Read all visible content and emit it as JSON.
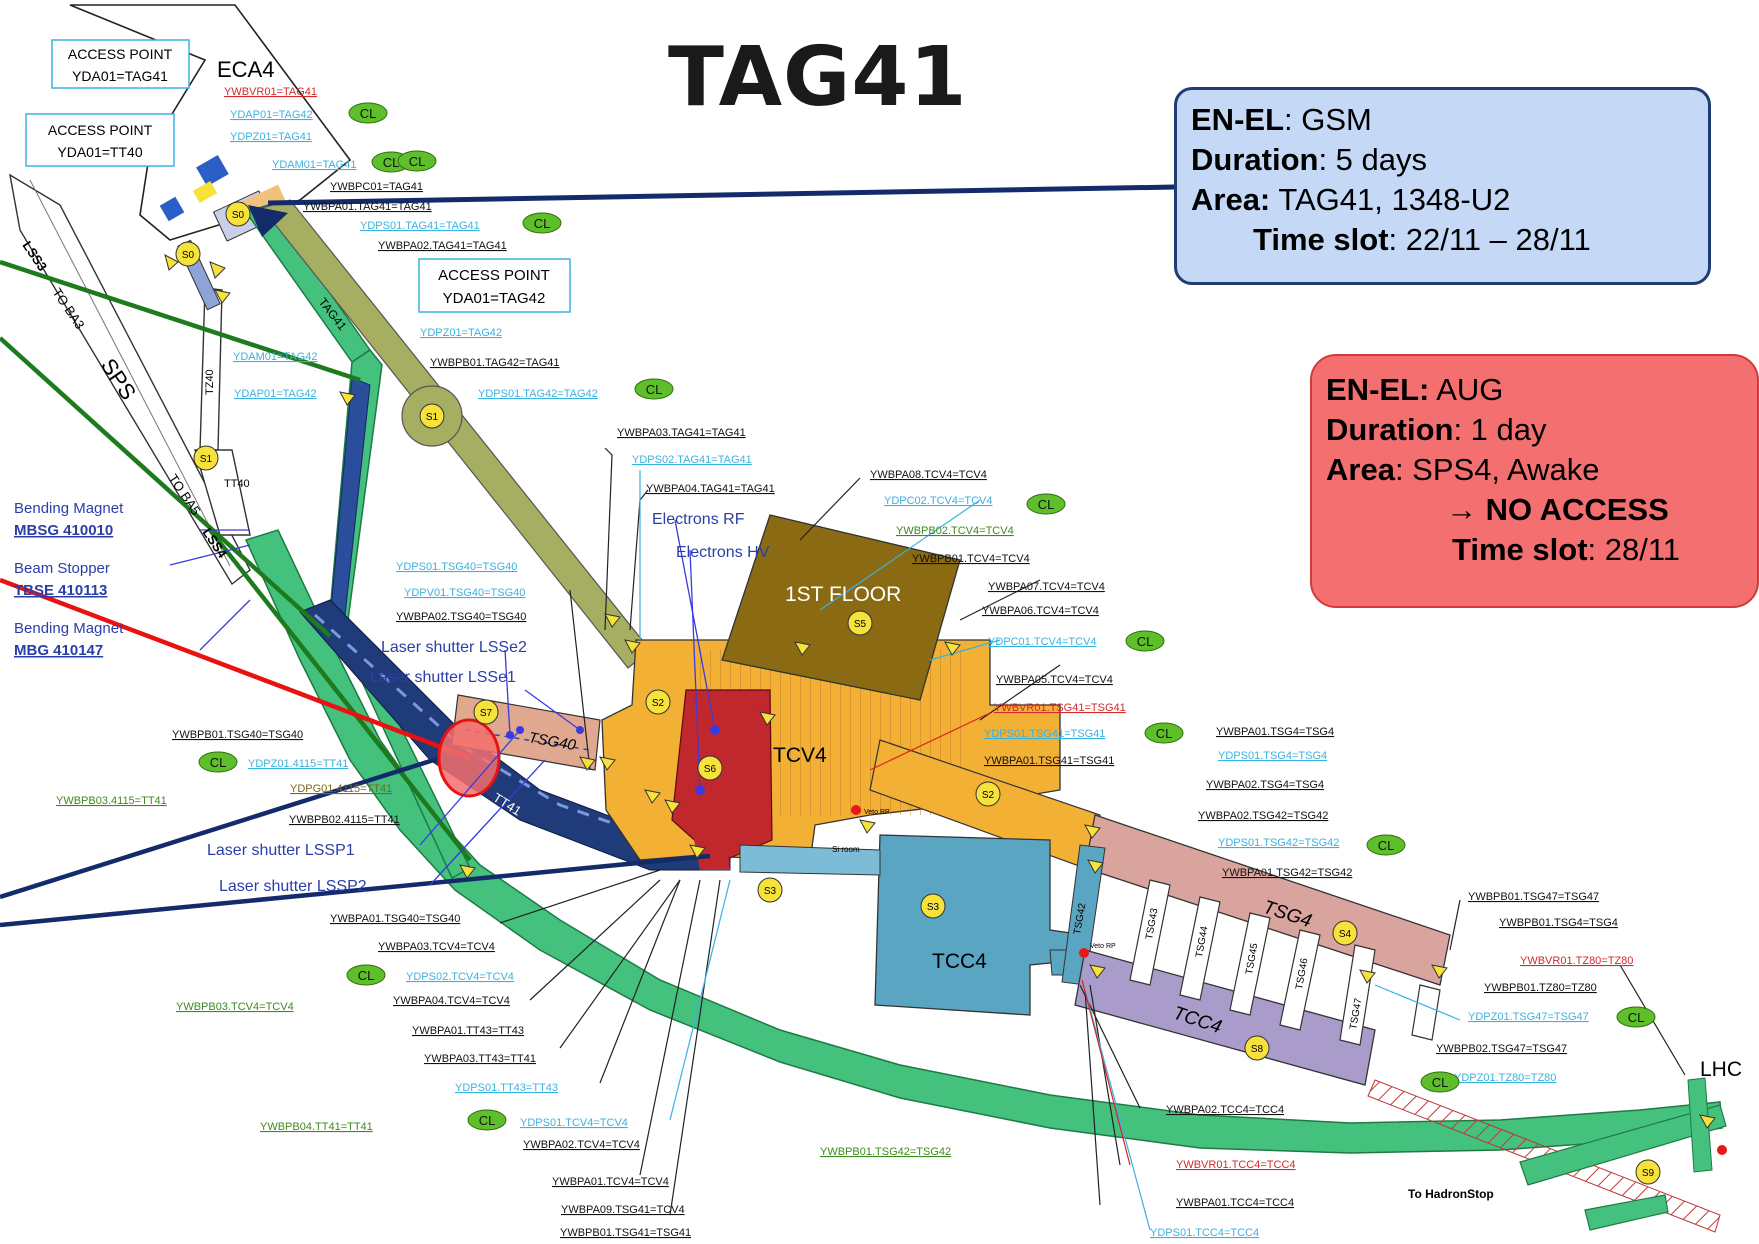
{
  "title": "TAG41",
  "info_boxes": {
    "gsm": {
      "line1_key": "EN-EL",
      "line1_val": ": GSM",
      "line2_key": "Duration",
      "line2_val": ": 5 days",
      "line3_key": "Area:",
      "line3_val": " TAG41, 1348-U2",
      "line4_key": "Time slot",
      "line4_val": ": 22/11 – 28/11"
    },
    "aug": {
      "line1_key": "EN-EL:",
      "line1_val": " AUG",
      "line2_key": "Duration",
      "line2_val": ": 1 day",
      "line3_key": "Area",
      "line3_val": ": SPS4, Awake",
      "line4": "→ NO ACCESS",
      "line5_key": "Time slot",
      "line5_val": ": 28/11"
    }
  },
  "access_points": [
    {
      "line1": "ACCESS POINT",
      "line2": "YDA01=TAG41"
    },
    {
      "line1": "ACCESS POINT",
      "line2": "YDA01=TT40"
    },
    {
      "line1": "ACCESS POINT",
      "line2": "YDA01=TAG42"
    }
  ],
  "area_labels": {
    "eca4": "ECA4",
    "first_floor": "1ST FLOOR",
    "tcv4": "TCV4",
    "tcc4": "TCC4",
    "tcc4_lower": "TCC4",
    "tsg4": "TSG4",
    "tsg40": "TSG40",
    "tag41_tunnel": "TAG41",
    "tt41": "TT41",
    "tt40": "TT40",
    "tz40": "TZ40",
    "sps": "SPS",
    "lss3": "LSS3",
    "to_ba3": "TO BA3",
    "to_ba5": "TO BA5",
    "lss4": "LSS4",
    "lhc": "LHC",
    "to_hadronstop": "To HadronStop",
    "tsg43": "TSG43",
    "tsg44": "TSG44",
    "tsg45": "TSG45",
    "tsg46": "TSG46",
    "tsg47": "TSG47",
    "tsg42": "TSG42",
    "si_room": "Si room",
    "veto_rp": "Veto RP"
  },
  "legend_left": {
    "bending_magnet_1": "Bending Magnet",
    "mbsg": "MBSG 410010",
    "beam_stopper": "Beam Stopper",
    "tbse": "TBSE 410113",
    "bending_magnet_2": "Bending Magnet",
    "mbg": "MBG 410147"
  },
  "blue_labels": {
    "electrons_rf": "Electrons RF",
    "electrons_hv": "Electrons HV",
    "lsse2": "Laser shutter LSSe2",
    "lsse1": "Laser shutter LSSe1",
    "lssp1": "Laser shutter LSSP1",
    "lssp2": "Laser shutter LSSP2"
  },
  "cl": "CL",
  "sectors": [
    "S0",
    "S0",
    "S1",
    "S1",
    "S2",
    "S2",
    "S3",
    "S3",
    "S4",
    "S5",
    "S6",
    "S7",
    "S8",
    "S9"
  ],
  "device_labels": [
    {
      "t": "YWBVR01=TAG41",
      "c": "red"
    },
    {
      "t": "YDAP01=TAG42",
      "c": "cyan"
    },
    {
      "t": "YDPZ01=TAG41",
      "c": "cyan"
    },
    {
      "t": "YDAM01=TAG41",
      "c": "cyan"
    },
    {
      "t": "YWBPC01=TAG41",
      "c": "black"
    },
    {
      "t": "YWBPA01.TAG41=TAG41",
      "c": "black"
    },
    {
      "t": "YDPS01.TAG41=TAG41",
      "c": "cyan"
    },
    {
      "t": "YWBPA02.TAG41=TAG41",
      "c": "black"
    },
    {
      "t": "YDPZ01=TAG42",
      "c": "cyan"
    },
    {
      "t": "YDAM01=TAG42",
      "c": "cyan"
    },
    {
      "t": "YWBPB01.TAG42=TAG41",
      "c": "black"
    },
    {
      "t": "YDAP01=TAG42",
      "c": "cyan"
    },
    {
      "t": "YDPS01.TAG42=TAG42",
      "c": "cyan"
    },
    {
      "t": "YWBPA03.TAG41=TAG41",
      "c": "black"
    },
    {
      "t": "YDPS02.TAG41=TAG41",
      "c": "cyan"
    },
    {
      "t": "YWBPA04.TAG41=TAG41",
      "c": "black"
    },
    {
      "t": "YWBPA08.TCV4=TCV4",
      "c": "black"
    },
    {
      "t": "YDPC02.TCV4=TCV4",
      "c": "cyan"
    },
    {
      "t": "YWBPB02.TCV4=TCV4",
      "c": "green"
    },
    {
      "t": "YWBPB01.TCV4=TCV4",
      "c": "black"
    },
    {
      "t": "YWBPA07.TCV4=TCV4",
      "c": "black"
    },
    {
      "t": "YWBPA06.TCV4=TCV4",
      "c": "black"
    },
    {
      "t": "YDPC01.TCV4=TCV4",
      "c": "cyan"
    },
    {
      "t": "YWBPA05.TCV4=TCV4",
      "c": "black"
    },
    {
      "t": "YWBVR01.TSG41=TSG41",
      "c": "red"
    },
    {
      "t": "YDPS01.TSG41=TSG41",
      "c": "cyan"
    },
    {
      "t": "YWBPA01.TSG41=TSG41",
      "c": "black"
    },
    {
      "t": "YDPS01.TSG40=TSG40",
      "c": "cyan"
    },
    {
      "t": "YDPV01.TSG40=TSG40",
      "c": "cyan"
    },
    {
      "t": "YWBPA02.TSG40=TSG40",
      "c": "black"
    },
    {
      "t": "YWBPB01.TSG40=TSG40",
      "c": "black"
    },
    {
      "t": "YDPZ01.4115=TT41",
      "c": "cyan"
    },
    {
      "t": "YDPG01.4115=TT41",
      "c": "olive"
    },
    {
      "t": "YWBPB03.4115=TT41",
      "c": "green"
    },
    {
      "t": "YWBPB02.4115=TT41",
      "c": "black"
    },
    {
      "t": "YWBPA01.TSG4=TSG4",
      "c": "black"
    },
    {
      "t": "YDPS01.TSG4=TSG4",
      "c": "cyan"
    },
    {
      "t": "YWBPA02.TSG4=TSG4",
      "c": "black"
    },
    {
      "t": "YWBPA02.TSG42=TSG42",
      "c": "black"
    },
    {
      "t": "YDPS01.TSG42=TSG42",
      "c": "cyan"
    },
    {
      "t": "YWBPA01.TSG42=TSG42",
      "c": "black"
    },
    {
      "t": "YWBPB01.TSG47=TSG47",
      "c": "black"
    },
    {
      "t": "YWBPB01.TSG4=TSG4",
      "c": "black"
    },
    {
      "t": "YWBVR01.TZ80=TZ80",
      "c": "red"
    },
    {
      "t": "YWBPB01.TZ80=TZ80",
      "c": "black"
    },
    {
      "t": "YDPZ01.TSG47=TSG47",
      "c": "cyan"
    },
    {
      "t": "YWBPB02.TSG47=TSG47",
      "c": "black"
    },
    {
      "t": "YDPZ01.TZ80=TZ80",
      "c": "cyan"
    },
    {
      "t": "YWBPA01.TSG40=TSG40",
      "c": "black"
    },
    {
      "t": "YWBPA03.TCV4=TCV4",
      "c": "black"
    },
    {
      "t": "YDPS02.TCV4=TCV4",
      "c": "cyan"
    },
    {
      "t": "YWBPA04.TCV4=TCV4",
      "c": "black"
    },
    {
      "t": "YWBPB03.TCV4=TCV4",
      "c": "green"
    },
    {
      "t": "YWBPA01.TT43=TT43",
      "c": "black"
    },
    {
      "t": "YWBPA03.TT43=TT41",
      "c": "black"
    },
    {
      "t": "YDPS01.TT43=TT43",
      "c": "cyan"
    },
    {
      "t": "YWBPB04.TT41=TT41",
      "c": "green"
    },
    {
      "t": "YDPS01.TCV4=TCV4",
      "c": "cyan"
    },
    {
      "t": "YWBPA02.TCV4=TCV4",
      "c": "black"
    },
    {
      "t": "YWBPA01.TCV4=TCV4",
      "c": "black"
    },
    {
      "t": "YWBPA09.TSG41=TCV4",
      "c": "black"
    },
    {
      "t": "YWBPB01.TSG41=TSG41",
      "c": "black"
    },
    {
      "t": "YWBPB01.TSG42=TSG42",
      "c": "green"
    },
    {
      "t": "YWBPA02.TCC4=TCC4",
      "c": "black"
    },
    {
      "t": "YWBVR01.TCC4=TCC4",
      "c": "red"
    },
    {
      "t": "YWBPA01.TCC4=TCC4",
      "c": "black"
    },
    {
      "t": "YDPS01.TCC4=TCC4",
      "c": "cyan"
    }
  ],
  "colors": {
    "gsm_fill": "#c5d9f7",
    "gsm_border": "#1f3c73",
    "aug_fill": "#f46f6f",
    "aug_border": "#d23a3a",
    "tunnel_green": "#3fbf7a",
    "tunnel_blue": "#203b7a",
    "area_orange": "#f2b035",
    "area_brown": "#8a6a12",
    "area_red": "#c0282d",
    "area_teal": "#5aa6c2",
    "area_pink": "#d9a49e",
    "area_lilac": "#a99ccb"
  }
}
